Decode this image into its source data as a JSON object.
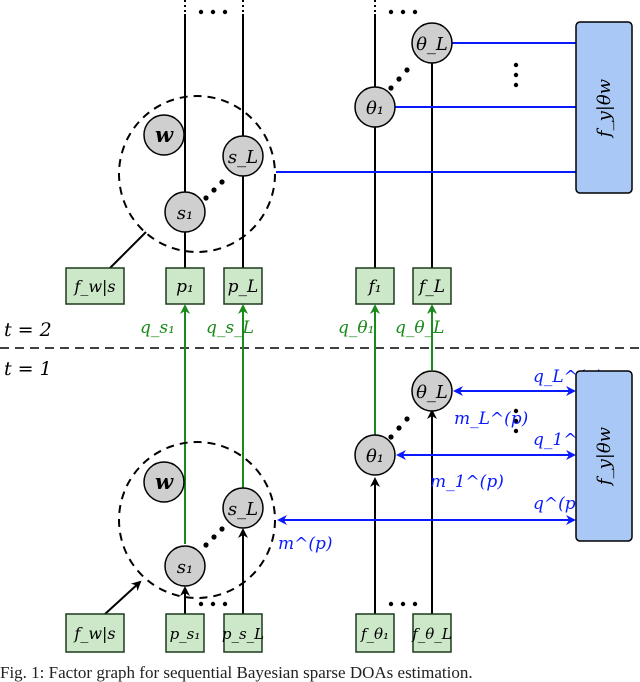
{
  "colors": {
    "green_fill": "#cde8c8",
    "green_stroke": "#1e7a1e",
    "green_msg": "#1a8a1a",
    "blue_msg": "#0a1aff",
    "blue_box": "#a9c8f5",
    "node_gray": "#cfcfcf"
  },
  "time_labels": {
    "t2": "t = 2",
    "t1": "t = 1"
  },
  "top_slice": {
    "nodes": {
      "w": "w",
      "s1": "s₁",
      "sL": "s_L",
      "theta1": "θ₁",
      "thetaL": "θ_L"
    },
    "factors": {
      "fws": "f_w|s",
      "p1": "p₁",
      "pL": "p_L",
      "f1": "f₁",
      "fL": "f_L"
    },
    "observation_factor": "f_y|θw",
    "messages": {
      "qs1": "q_s₁",
      "qsL": "q_s_L",
      "qth1": "q_θ₁",
      "qthL": "q_θ_L"
    }
  },
  "bottom_slice": {
    "nodes": {
      "w": "w",
      "s1": "s₁",
      "sL": "s_L",
      "theta1": "θ₁",
      "thetaL": "θ_L"
    },
    "factors": {
      "fws": "f_w|s",
      "ps1": "p_s₁",
      "psL": "p_s_L",
      "fth1": "f_θ₁",
      "fthL": "f_θ_L"
    },
    "observation_factor": "f_y|θw",
    "messages": {
      "qL": "q_L^(p)",
      "mL": "m_L^(p)",
      "q1": "q_1^(p)",
      "m1": "m_1^(p)",
      "q": "q^(p)",
      "m": "m^(p)"
    }
  },
  "caption": "Fig. 1: Factor graph for sequential Bayesian sparse DOAs estimation."
}
